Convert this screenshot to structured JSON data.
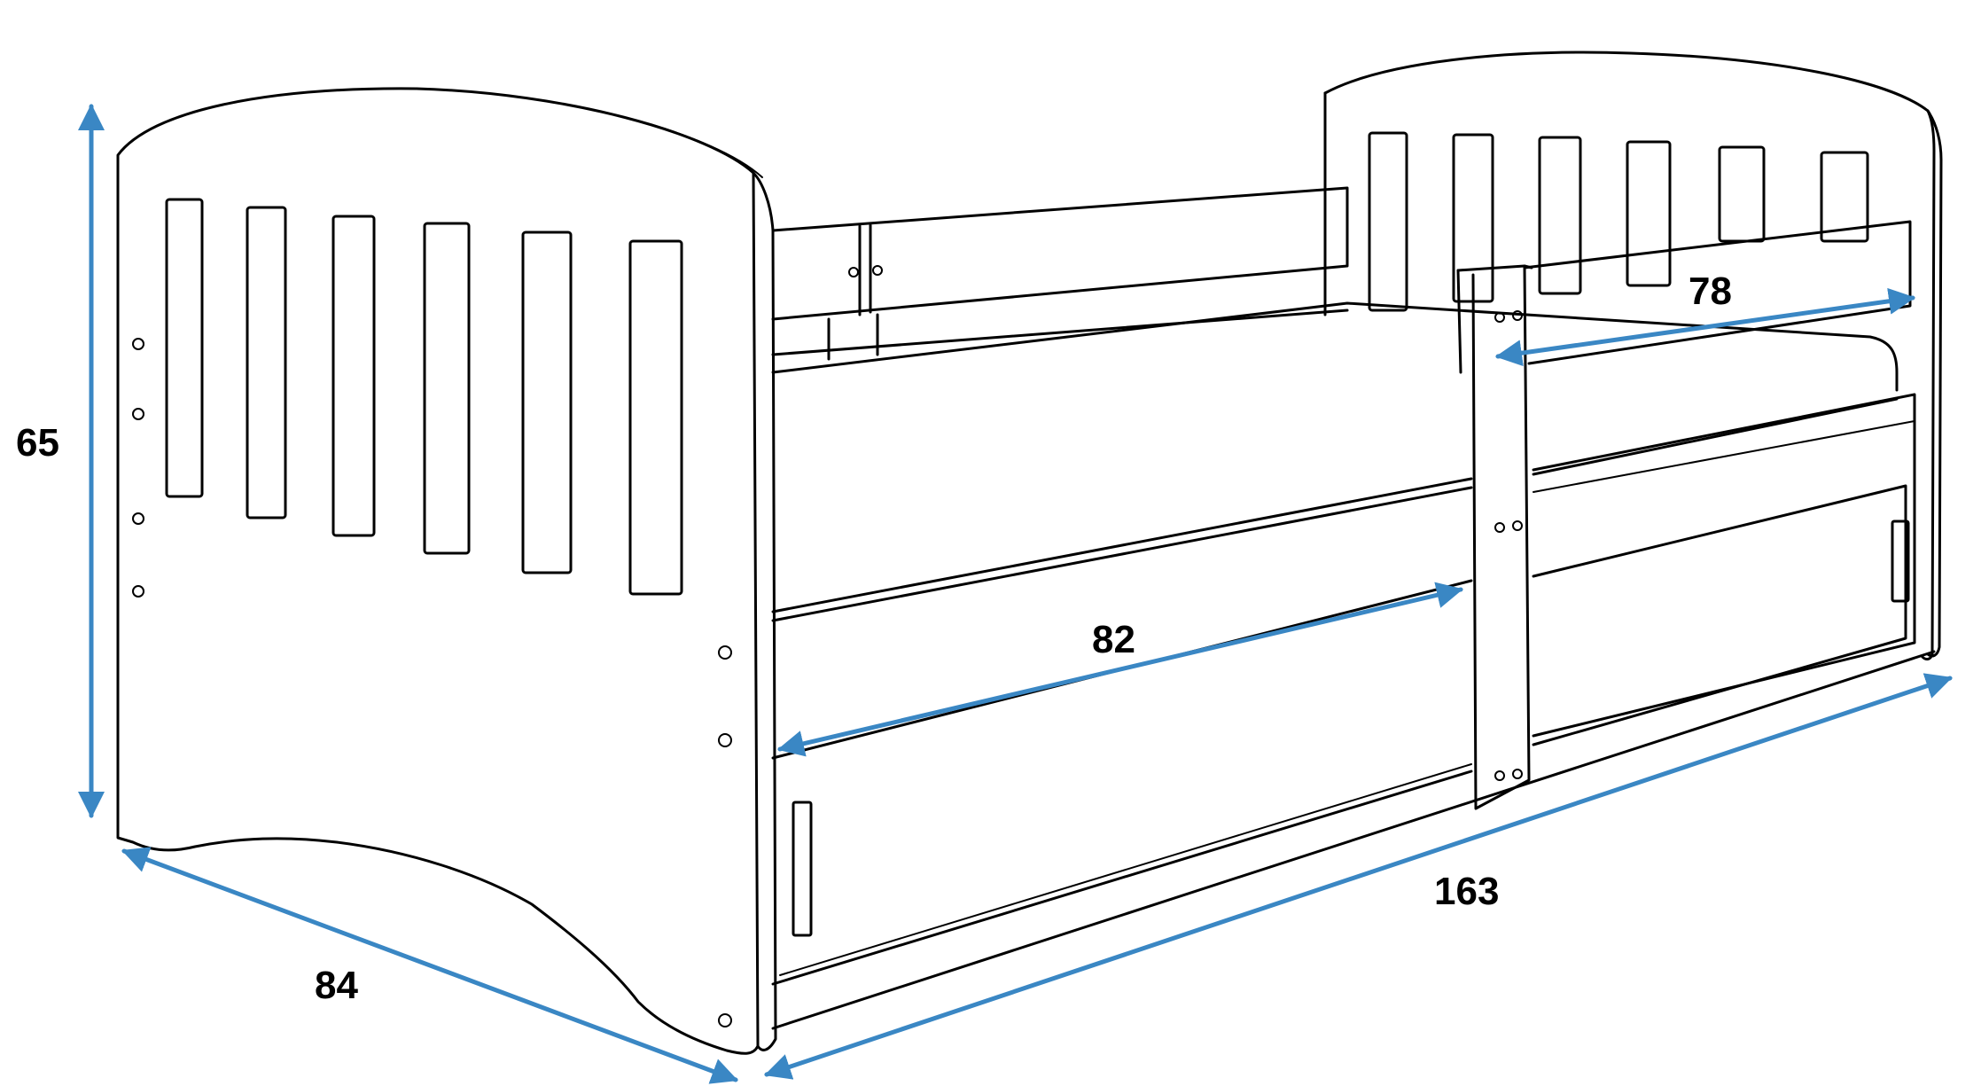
{
  "dimensions": {
    "height": "65",
    "depth": "84",
    "length": "163",
    "side_rail": "82",
    "guard_rail": "78"
  },
  "colors": {
    "line": "#000000",
    "arrow": "#3a87c4",
    "background": "#ffffff"
  }
}
